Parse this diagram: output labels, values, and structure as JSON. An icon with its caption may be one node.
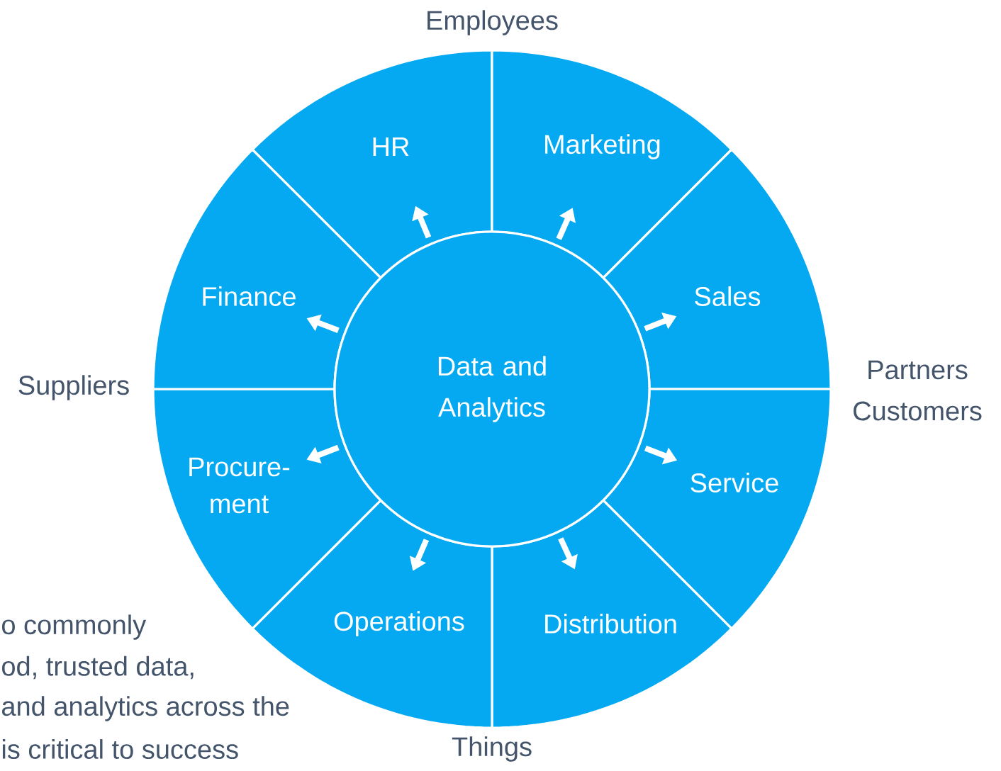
{
  "diagram": {
    "nodes": [
      {
        "text": [
          "Data and Analytics"
        ]
      },
      {
        "text": [
          "HR"
        ]
      },
      {
        "text": [
          "Marketing"
        ]
      },
      {
        "text": [
          "Sales"
        ]
      },
      {
        "text": [
          "Service"
        ]
      },
      {
        "text": [
          "Distribution"
        ]
      },
      {
        "text": [
          "Operations"
        ]
      },
      {
        "text": [
          "Procure-ment"
        ]
      },
      {
        "text": [
          "Finance"
        ]
      }
    ],
    "edges": [
      {
        "from": 0,
        "to": 1,
        "arrow": "to"
      },
      {
        "from": 0,
        "to": 2,
        "arrow": "to"
      },
      {
        "from": 0,
        "to": 3,
        "arrow": "to"
      },
      {
        "from": 0,
        "to": 4,
        "arrow": "to"
      },
      {
        "from": 0,
        "to": 5,
        "arrow": "to"
      },
      {
        "from": 0,
        "to": 6,
        "arrow": "to"
      },
      {
        "from": 0,
        "to": 7,
        "arrow": "to"
      },
      {
        "from": 0,
        "to": 8,
        "arrow": "to"
      }
    ],
    "labels": [
      "Employees",
      "Suppliers",
      "Partners",
      "Customers",
      "o commonly",
      "od, trusted data,",
      "and analytics across the",
      "is critical to success",
      "Things"
    ]
  }
}
